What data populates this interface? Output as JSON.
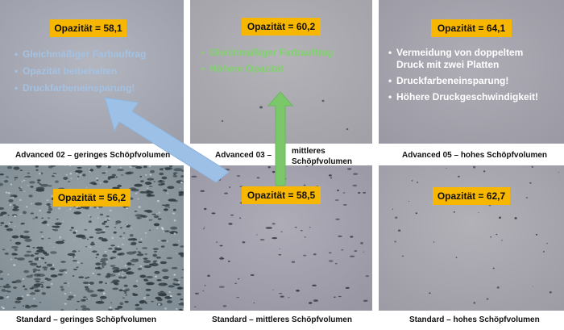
{
  "panels": {
    "advanced_02": {
      "opacity": "Opazität = 58,1",
      "bullets": [
        "Gleichmäßiger Farbauftrag",
        "Opazität beibehalten",
        "Druckfarbeneinsparung!"
      ],
      "caption": "Advanced 02 – geringes Schöpfvolumen"
    },
    "advanced_03": {
      "opacity": "Opazität = 60,2",
      "bullets": [
        "Gleichmäßiger Farbauftrag",
        "Höhere Opazität"
      ],
      "caption_left": "Advanced 03 –",
      "caption_right_line1": "mittleres",
      "caption_right_line2": "Schöpfvolumen"
    },
    "advanced_05": {
      "opacity": "Opazität = 64,1",
      "bullets": [
        "Vermeidung von doppeltem Druck mit zwei Platten",
        "Druckfarbeneinsparung!",
        "Höhere Druckgeschwindigkeit!"
      ],
      "caption": "Advanced 05 – hohes Schöpfvolumen"
    },
    "standard_low": {
      "opacity": "Opazität = 56,2",
      "caption": "Standard – geringes Schöpfvolumen"
    },
    "standard_mid": {
      "opacity": "Opazität = 58,5",
      "caption": "Standard – mittleres Schöpfvolumen"
    },
    "standard_high": {
      "opacity": "Opazität = 62,7",
      "caption": "Standard – hohes Schöpfvolumen"
    }
  },
  "colors": {
    "badge": "#f7b600",
    "blue_text": "#a3c2e3",
    "green_text": "#7fd36b",
    "blue_arrow": "#9dc0e6",
    "green_arrow": "#7ac86a"
  }
}
